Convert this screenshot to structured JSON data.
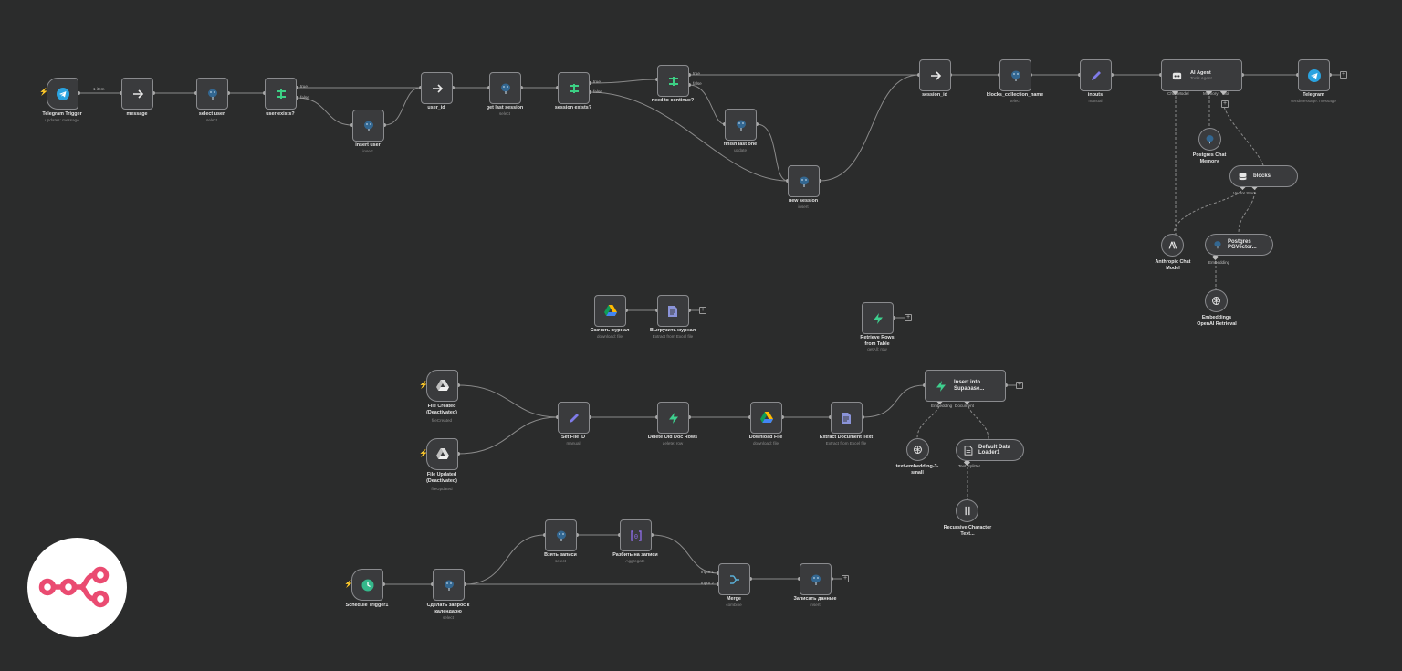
{
  "app": {
    "name": "n8n workflow editor"
  },
  "colors": {
    "canvas": "#2b2c2c",
    "node_bg": "#3a3b3d",
    "node_border": "#8a8b8e",
    "wire": "#8a8a8a",
    "trigger_bolt": "#ff6d5a",
    "logo": "#ea4b71"
  },
  "nodes": {
    "telegram_trigger": {
      "label": "Telegram Trigger",
      "sub": "updates: message",
      "icon": "telegram-icon"
    },
    "message": {
      "label": "message",
      "sub": "",
      "icon": "arrow-right-icon"
    },
    "select_user": {
      "label": "select user",
      "sub": "select",
      "icon": "postgres-icon"
    },
    "user_exists": {
      "label": "user exists?",
      "sub": "",
      "icon": "if-icon"
    },
    "insert_user": {
      "label": "insert user",
      "sub": "insert",
      "icon": "postgres-icon"
    },
    "user_id": {
      "label": "user_id",
      "sub": "",
      "icon": "arrow-right-icon"
    },
    "get_last_session": {
      "label": "get last session",
      "sub": "select",
      "icon": "postgres-icon"
    },
    "session_exists": {
      "label": "session exists?",
      "sub": "",
      "icon": "if-icon"
    },
    "need_to_continue": {
      "label": "need to continue?",
      "sub": "",
      "icon": "if-icon"
    },
    "finish_last_one": {
      "label": "finish last one",
      "sub": "update",
      "icon": "postgres-icon"
    },
    "new_session": {
      "label": "new session",
      "sub": "insert",
      "icon": "postgres-icon"
    },
    "session_id": {
      "label": "session_id",
      "sub": "",
      "icon": "arrow-right-icon"
    },
    "blocks_collection_name": {
      "label": "blocks_collection_name",
      "sub": "select",
      "icon": "postgres-icon"
    },
    "inputs": {
      "label": "inputs",
      "sub": "manual",
      "icon": "pencil-icon"
    },
    "ai_agent": {
      "label": "AI Agent",
      "sub": "Tools Agent",
      "icon": "robot-icon"
    },
    "telegram": {
      "label": "Telegram",
      "sub": "sendMessage: message",
      "icon": "telegram-icon"
    },
    "postgres_chat_memory": {
      "label": "Postgres Chat Memory",
      "sub": "",
      "icon": "postgres-icon"
    },
    "blocks": {
      "label": "blocks",
      "sub": "",
      "icon": "database-icon"
    },
    "anthropic_chat_model": {
      "label": "Anthropic Chat Model",
      "sub": "",
      "icon": "anthropic-icon"
    },
    "postgres_pgvector": {
      "label": "Postgres PGVector...",
      "sub": "",
      "icon": "postgres-icon"
    },
    "embeddings_openai_retrieval": {
      "label": "Embeddings OpenAI Retrieval",
      "sub": "",
      "icon": "openai-icon"
    },
    "gdrive_mid": {
      "label": "Скачать журнал",
      "sub": "download: file",
      "icon": "google-drive-icon"
    },
    "extract_mid": {
      "label": "Выгрузить журнал",
      "sub": "Extract from Excel file",
      "icon": "extract-file-icon"
    },
    "retrieve_rows": {
      "label": "Retrieve Rows from Table",
      "sub": "getAll: row",
      "icon": "supabase-icon"
    },
    "file_created": {
      "label": "File Created (Deactivated)",
      "sub": "fileCreated",
      "icon": "google-drive-icon"
    },
    "file_updated": {
      "label": "File Updated (Deactivated)",
      "sub": "fileUpdated",
      "icon": "google-drive-icon"
    },
    "set_file_id": {
      "label": "Set File ID",
      "sub": "manual",
      "icon": "pencil-icon"
    },
    "delete_old_doc_rows": {
      "label": "Delete Old Doc Rows",
      "sub": "delete: row",
      "icon": "supabase-icon"
    },
    "download_file": {
      "label": "Download File",
      "sub": "download: file",
      "icon": "google-drive-icon"
    },
    "extract_document_text": {
      "label": "Extract Document Text",
      "sub": "Extract from Excel file",
      "icon": "extract-file-icon"
    },
    "insert_into_supabase": {
      "label": "Insert into Supabase...",
      "sub": "",
      "icon": "supabase-icon"
    },
    "text_embedding": {
      "label": "text-embedding-3-small",
      "sub": "",
      "icon": "openai-icon"
    },
    "default_data_loader": {
      "label": "Default Data Loader1",
      "sub": "",
      "icon": "document-icon"
    },
    "recursive_splitter": {
      "label": "Recursive Character Text...",
      "sub": "",
      "icon": "splitter-icon"
    },
    "schedule_trigger": {
      "label": "Schedule Trigger1",
      "sub": "",
      "icon": "clock-icon"
    },
    "pg_schedule": {
      "label": "Сделать запрос к  календарю",
      "sub": "select",
      "icon": "postgres-icon"
    },
    "pg_top": {
      "label": "Взять записи",
      "sub": "select",
      "icon": "postgres-icon"
    },
    "aggregate": {
      "label": "Разбить на записи",
      "sub": "Aggregate",
      "icon": "array-icon"
    },
    "merge": {
      "label": "Merge",
      "sub": "combine",
      "icon": "merge-icon"
    },
    "pg_final": {
      "label": "Записать данные",
      "sub": "insert",
      "icon": "postgres-icon"
    }
  },
  "ports": {
    "edge_1_item": "1 item",
    "true": "true",
    "false": "false",
    "ai_chat_model": "Chat Model",
    "ai_memory": "Memory",
    "ai_tool": "Tool",
    "vector_store": "Vector Store",
    "embedding": "Embedding",
    "doc_loader": "Document",
    "text_splitter": "Text Splitter",
    "input1": "Input 1",
    "input2": "Input 2"
  }
}
